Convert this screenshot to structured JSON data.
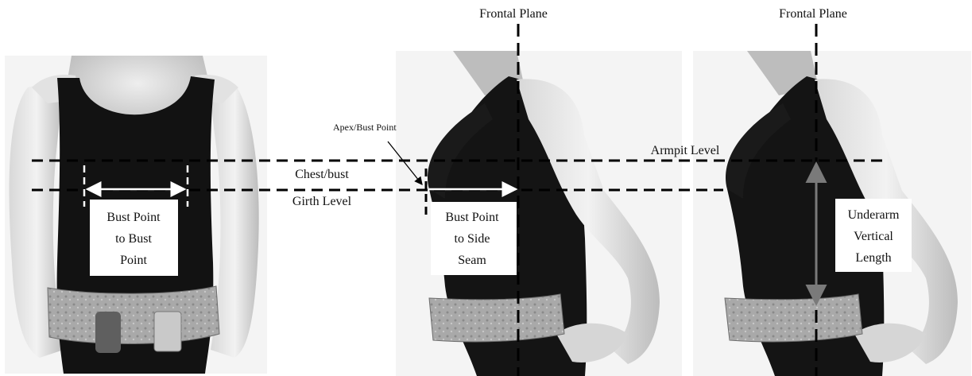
{
  "figure": {
    "plane_label_middle": "Frontal Plane",
    "plane_label_right": "Frontal Plane",
    "apex_label": "Apex/Bust Point",
    "chest_label_line1": "Chest/bust",
    "chest_label_line2": "Girth Level",
    "armpit_label": "Armpit Level",
    "box_front": {
      "line1": "Bust Point",
      "line2": "to Bust",
      "line3": "Point"
    },
    "box_side": {
      "line1": "Bust Point",
      "line2": "to Side",
      "line3": "Seam"
    },
    "box_underarm": {
      "line1": "Underarm",
      "line2": "Vertical",
      "line3": "Length"
    }
  },
  "colors": {
    "line": "#000000",
    "arrow_gray": "#7a7a7a",
    "garment": "#111111",
    "skin": "#cfcfcf",
    "belt": "#a8a8a8"
  }
}
